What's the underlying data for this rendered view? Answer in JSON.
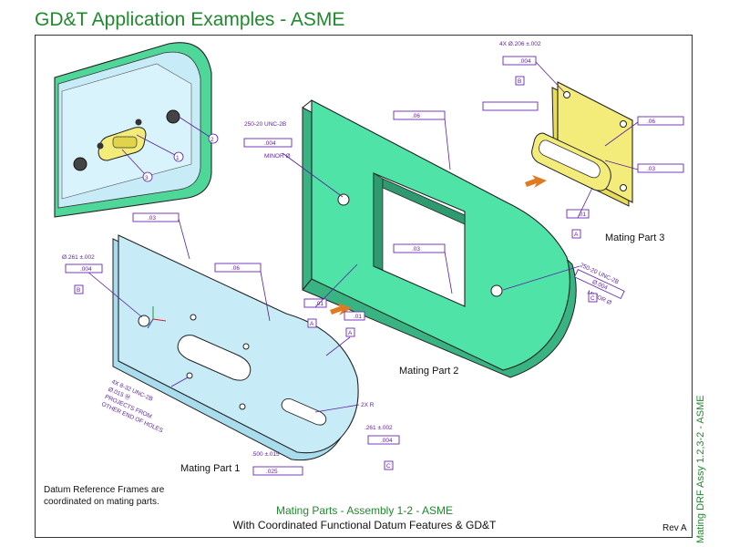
{
  "header": {
    "title": "GD&T Application Examples - ASME"
  },
  "side_note": "Mating DRF Assy 1.2,3-2 - ASME",
  "parts": {
    "part1": "Mating Part 1",
    "part2": "Mating Part 2",
    "part3": "Mating Part 3"
  },
  "note": {
    "line1": "Datum Reference Frames are",
    "line2": "coordinated on mating parts."
  },
  "footer": {
    "title": "Mating Parts - Assembly 1-2 - ASME",
    "subtitle": "With Coordinated Functional Datum Features & GD&T",
    "revision": "Rev A"
  },
  "callouts": {
    "c1": "1",
    "c2": "2",
    "c3": "3",
    "p1_hole_dim": "Ø.261 ±.002",
    "p1_hole_tol": ".004",
    "p1_hole_datum": "B",
    "p1_profile_top": ".03",
    "p1_profile_mid": ".06",
    "p1_threads_1": "4X 8-32 UNC-2B",
    "p1_threads_2": "Ø.015 Ⓜ",
    "p1_threads_3": "PROJECTS FROM",
    "p1_threads_4": "OTHER END OF HOLES",
    "p1_slot_r": "2X R",
    "p1_slot_dim": ".261 ±.002",
    "p1_slot_tol": ".004",
    "p1_slot_datum": "C",
    "p1_width_dim": ".500 ±.015",
    "p1_width_tol": ".025",
    "p1_flat_tol": ".01",
    "p1_datum_a": "A",
    "p2_thread_1": "250-20 UNC-2B",
    "p2_thread_2": ".004",
    "p2_thread_3": "MINOR Ø",
    "p2_profile_top": ".06",
    "p2_profile_window": ".03",
    "p2_flat_tol": ".01",
    "p2_datum_a": "A",
    "p2_right_thread_1": "250-20 UNC-2B",
    "p2_right_thread_2": "Ø.004",
    "p2_right_thread_3": "MINOR Ø",
    "p2_right_datum": "C",
    "p3_holes_1": "4X Ø.206 ±.002",
    "p3_holes_2": ".004",
    "p3_holes_datum": "B",
    "p3_profile_1": ".06",
    "p3_profile_2": ".03",
    "p3_flat_tol": ".01",
    "p3_datum_a": "A"
  },
  "colors": {
    "part1": "#c8ecf7",
    "part2": "#4fe3a8",
    "part3": "#f4ec7a",
    "assembly": "#4fd79a",
    "gdt": "#6a2ab8",
    "title": "#1f8a2c"
  }
}
